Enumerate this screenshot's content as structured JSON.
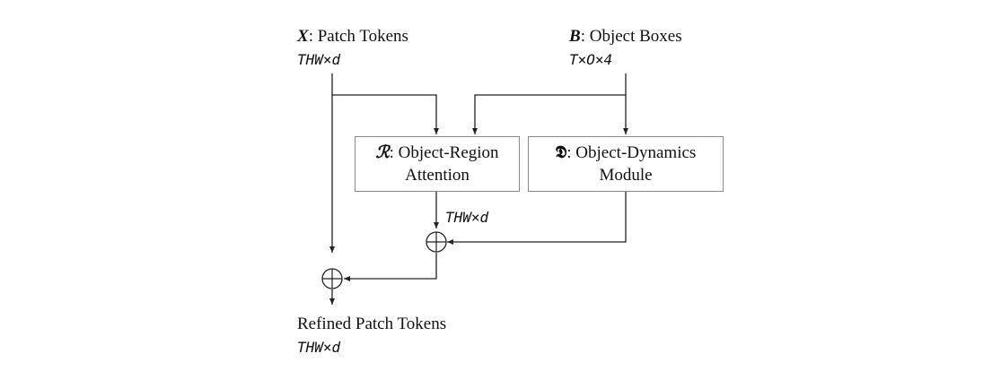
{
  "input_x": {
    "symbol": "X",
    "label": ": Patch Tokens",
    "shape": "THW×d"
  },
  "input_b": {
    "symbol": "B",
    "label": ": Object Boxes",
    "shape": "T×O×4"
  },
  "region_attention": {
    "symbol": "ℛ",
    "line1": ": Object-Region",
    "line2": "Attention",
    "output_shape": "THW×d"
  },
  "dynamics_module": {
    "symbol": "𝕯",
    "line1": ": Object-Dynamics",
    "line2": "Module"
  },
  "output": {
    "label": "Refined Patch Tokens",
    "shape": "THW×d"
  }
}
